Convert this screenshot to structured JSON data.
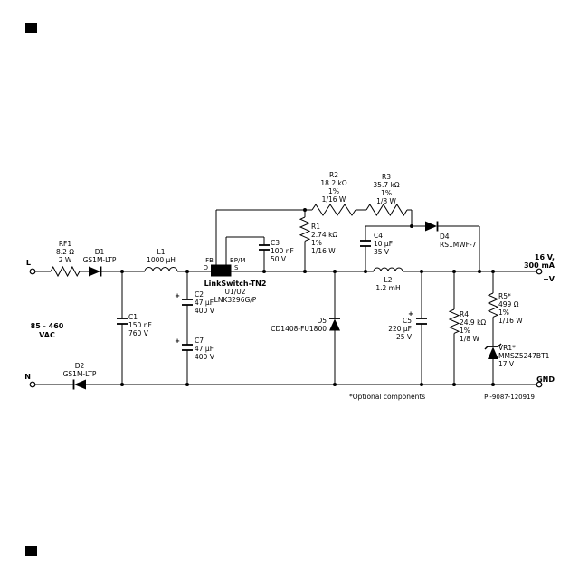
{
  "schematic": {
    "plus": "+",
    "input": {
      "line": "L",
      "neutral": "N",
      "range1": "85 - 460",
      "range2": "VAC"
    },
    "ic": {
      "pin_fb": "FB",
      "pin_bpm": "BP/M",
      "pin_d": "D",
      "pin_s": "S",
      "name": "LinkSwitch-TN2",
      "refdes": "U1/U2",
      "part": "LNK3296G/P"
    },
    "rf1": [
      "RF1",
      "8.2 Ω",
      "2 W"
    ],
    "d1": [
      "D1",
      "GS1M-LTP"
    ],
    "d2": [
      "D2",
      "GS1M-LTP"
    ],
    "l1": [
      "L1",
      "1000 μH"
    ],
    "c1": [
      "C1",
      "150 nF",
      "760 V"
    ],
    "c2": [
      "C2",
      "47 μF",
      "400 V"
    ],
    "c7": [
      "C7",
      "47 μF",
      "400 V"
    ],
    "c3": [
      "C3",
      "100 nF",
      "50 V"
    ],
    "r1": [
      "R1",
      "2.74 kΩ",
      "1%",
      "1/16 W"
    ],
    "r2": [
      "R2",
      "18.2 kΩ",
      "1%",
      "1/16 W"
    ],
    "r3": [
      "R3",
      "35.7 kΩ",
      "1%",
      "1/8 W"
    ],
    "c4": [
      "C4",
      "10 μF",
      "35 V"
    ],
    "d4": [
      "D4",
      "RS1MWF-7"
    ],
    "l2": [
      "L2",
      "1.2 mH"
    ],
    "d5": [
      "D5",
      "CD1408-FU1800"
    ],
    "c5": [
      "C5",
      "220 μF",
      "25 V"
    ],
    "r4": [
      "R4",
      "24.9 kΩ",
      "1%",
      "1/8 W"
    ],
    "r5": [
      "R5*",
      "499 Ω",
      "1%",
      "1/16 W"
    ],
    "vr1": [
      "VR1*",
      "MMSZ5247BT1",
      "17 V"
    ],
    "output": {
      "rating1": "16 V,",
      "rating2": "300 mA",
      "pos": "+V",
      "gnd": "GND"
    },
    "footer": {
      "optional": "*Optional components",
      "doc": "PI-9087-120919"
    }
  }
}
